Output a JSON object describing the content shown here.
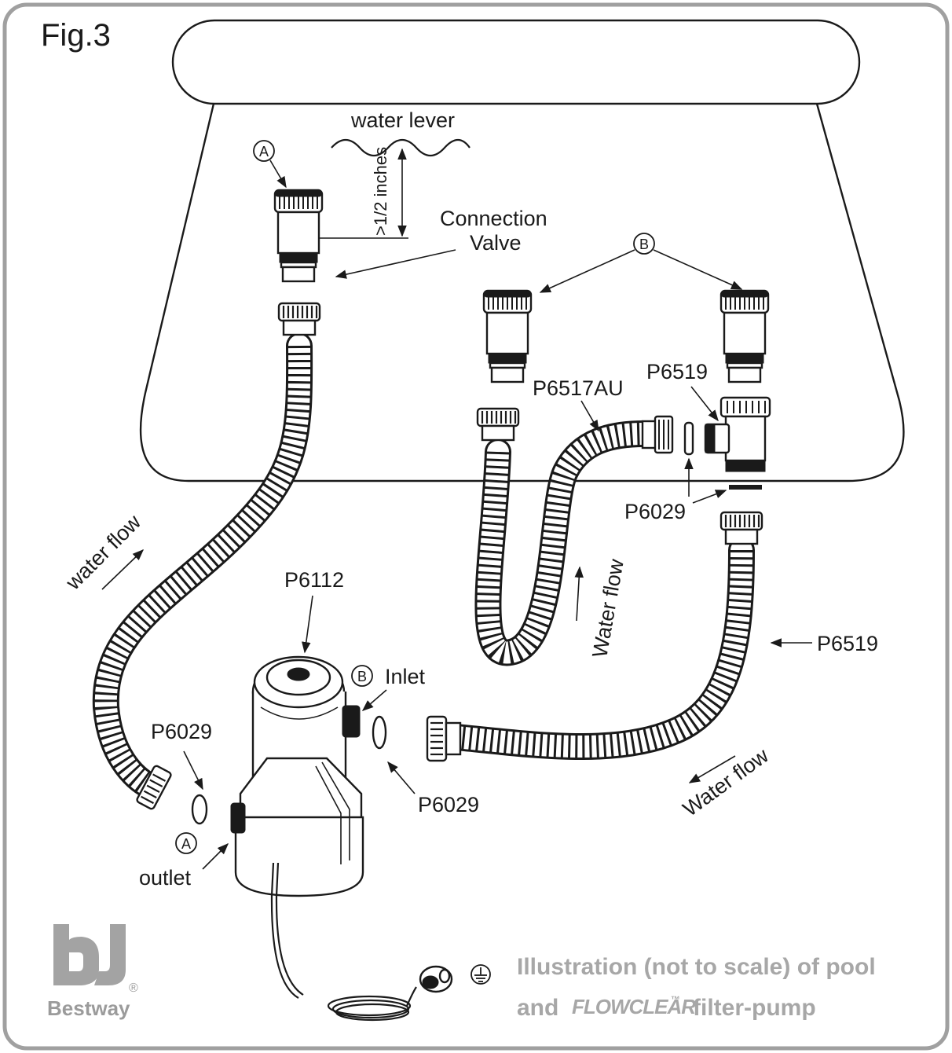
{
  "figure": {
    "label": "Fig.3"
  },
  "labels": {
    "water_level": "water lever",
    "depth_note": ">1/2 inches",
    "connection_valve_line1": "Connection",
    "connection_valve_line2": "Valve",
    "marker_a": "A",
    "marker_b": "B",
    "p6517au": "P6517AU",
    "p6519_top": "P6519",
    "p6519_right": "P6519",
    "p6029_top": "P6029",
    "p6029_left": "P6029",
    "p6029_right": "P6029",
    "p6112": "P6112",
    "inlet": "Inlet",
    "outlet": "outlet",
    "water_flow_left": "water flow",
    "water_flow_mid": "Water flow",
    "water_flow_right": "Water flow"
  },
  "caption": {
    "line1": "Illustration (not to scale) of pool",
    "line2_prefix": "and",
    "line2_brand": "FLOWCLEAR",
    "line2_tm": "™",
    "line2_suffix": "filter-pump"
  },
  "brand": {
    "logo_text": "Bestway",
    "registered": "®"
  },
  "colors": {
    "frame": "#a0a0a0",
    "ink": "#1a1a1a",
    "caption_gray": "#a7a7a7",
    "logo_gray": "#a3a3a3"
  }
}
